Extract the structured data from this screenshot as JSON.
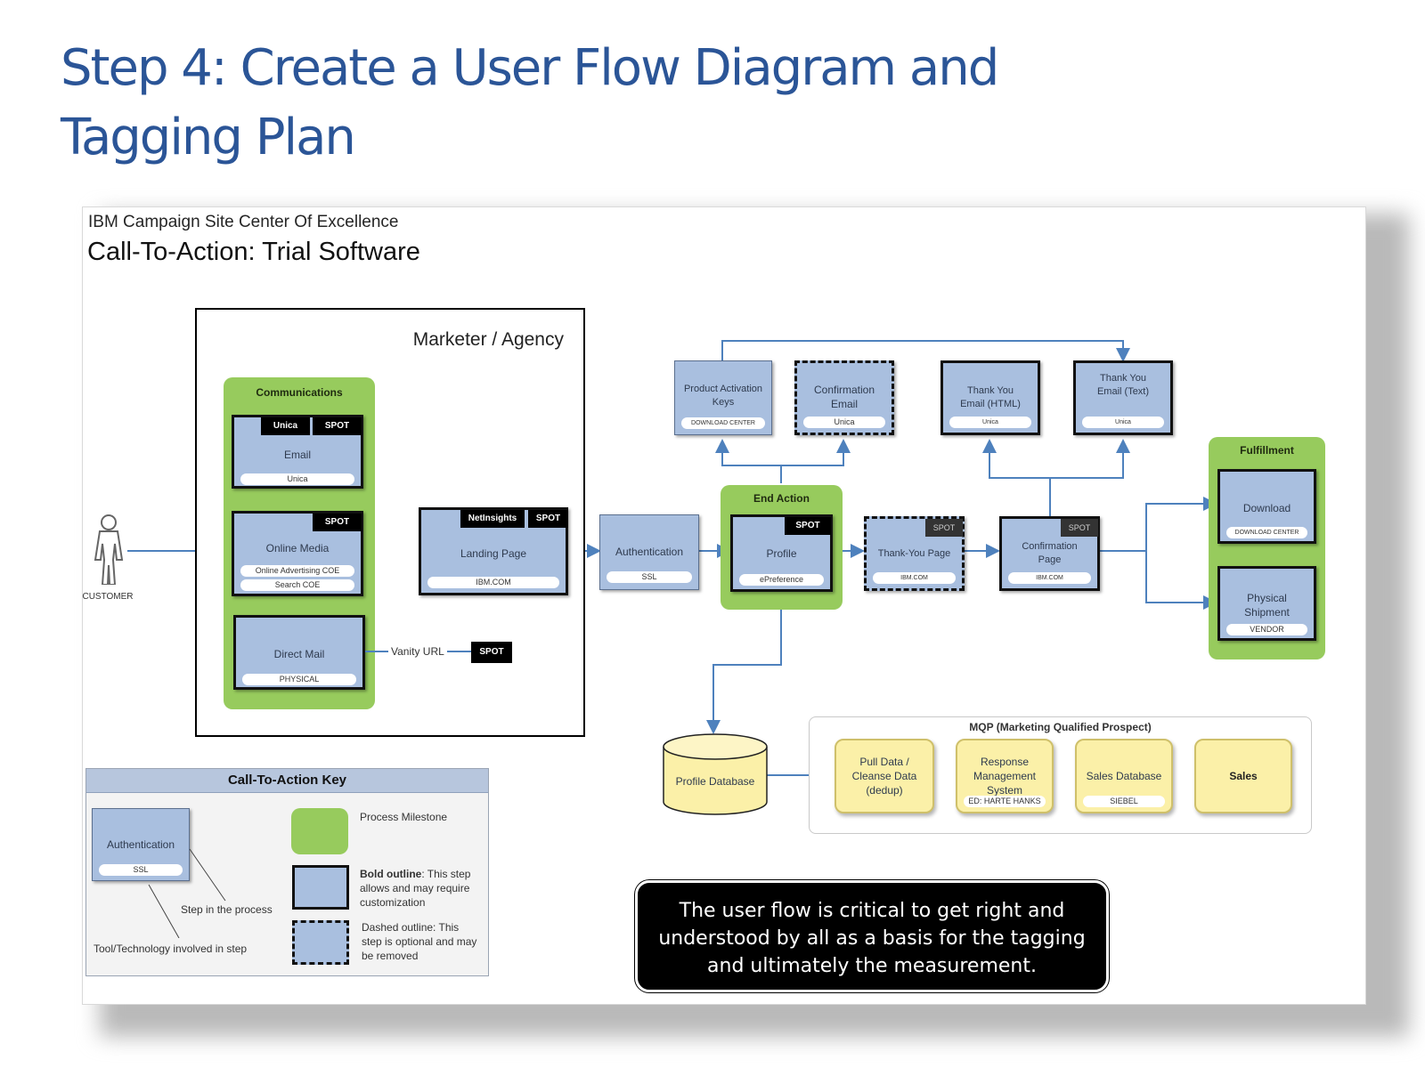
{
  "slide_title": "Step 4: Create a User Flow Diagram and Tagging Plan",
  "diagram": {
    "org": "IBM Campaign Site Center Of Excellence",
    "heading": "Call-To-Action: Trial Software",
    "marketer_label": "Marketer / Agency",
    "customer_label": "CUSTOMER",
    "communications": {
      "label": "Communications",
      "email": {
        "title": "Email",
        "tool": "Unica",
        "tags": [
          "Unica",
          "SPOT"
        ]
      },
      "online_media": {
        "title": "Online Media",
        "tools": [
          "Online Advertising COE",
          "Search COE"
        ],
        "tag": "SPOT"
      },
      "direct_mail": {
        "title": "Direct Mail",
        "tool": "PHYSICAL"
      }
    },
    "vanity_url": "Vanity URL",
    "vanity_spot": "SPOT",
    "landing_page": {
      "title": "Landing Page",
      "tool": "IBM.COM",
      "tags": [
        "NetInsights",
        "SPOT"
      ]
    },
    "authentication": {
      "title": "Authentication",
      "tool": "SSL"
    },
    "end_action": {
      "label": "End Action",
      "title": "Profile",
      "tool": "ePreference",
      "tag": "SPOT"
    },
    "product_keys": {
      "title": "Product Activation Keys",
      "tool": "DOWNLOAD CENTER"
    },
    "confirmation_email": {
      "title": "Confirmation Email",
      "tool": "Unica"
    },
    "thank_you_html": {
      "title": "Thank You Email (HTML)",
      "tool": "Unica"
    },
    "thank_you_text": {
      "title": "Thank You Email (Text)",
      "tool": "Unica"
    },
    "thank_you_page": {
      "title": "Thank-You Page",
      "tool": "IBM.COM",
      "tag": "SPOT"
    },
    "confirmation_page": {
      "title": "Confirmation Page",
      "tool": "IBM.COM",
      "tag": "SPOT"
    },
    "fulfillment": {
      "label": "Fulfillment",
      "download": {
        "title": "Download",
        "tool": "DOWNLOAD CENTER"
      },
      "shipment": {
        "title": "Physical Shipment",
        "tool": "VENDOR"
      }
    },
    "profile_db": "Profile Database",
    "mqp": {
      "label": "MQP (Marketing Qualified Prospect)",
      "pull": "Pull Data / Cleanse Data (dedup)",
      "response": {
        "title": "Response Management System",
        "tool": "ED: HARTE HANKS"
      },
      "sales_db": {
        "title": "Sales Database",
        "tool": "SIEBEL"
      },
      "sales": "Sales"
    },
    "key": {
      "title": "Call-To-Action Key",
      "sample_title": "Authentication",
      "sample_tool": "SSL",
      "step_label": "Step in the process",
      "tool_label": "Tool/Technology involved in step",
      "milestone": "Process Milestone",
      "bold_term": "Bold outline",
      "bold_desc": ": This step allows and may require customization",
      "dashed_desc": "Dashed outline: This step is optional and may be removed"
    }
  },
  "callout": "The user flow is critical to get right and understood by all as a basis for the tagging and ultimately the measurement.",
  "colors": {
    "title": "#2b5597",
    "node_fill": "#a9bfdf",
    "milestone": "#97cb5d",
    "database": "#fbf0a8",
    "connector": "#4e81bd"
  }
}
